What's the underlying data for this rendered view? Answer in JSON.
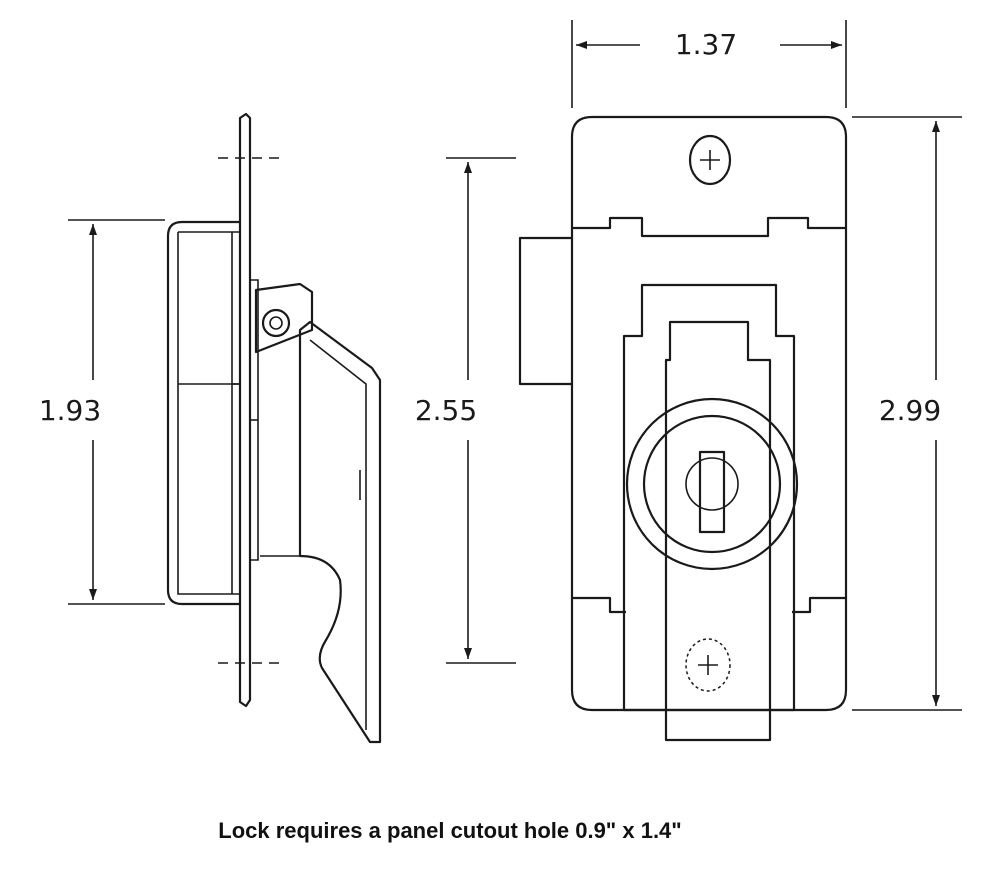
{
  "dimensions": {
    "width_top": "1.37",
    "height_side": "1.93",
    "height_mid": "2.55",
    "height_right": "2.99"
  },
  "caption": "Lock requires a panel cutout hole 0.9\" x 1.4\""
}
